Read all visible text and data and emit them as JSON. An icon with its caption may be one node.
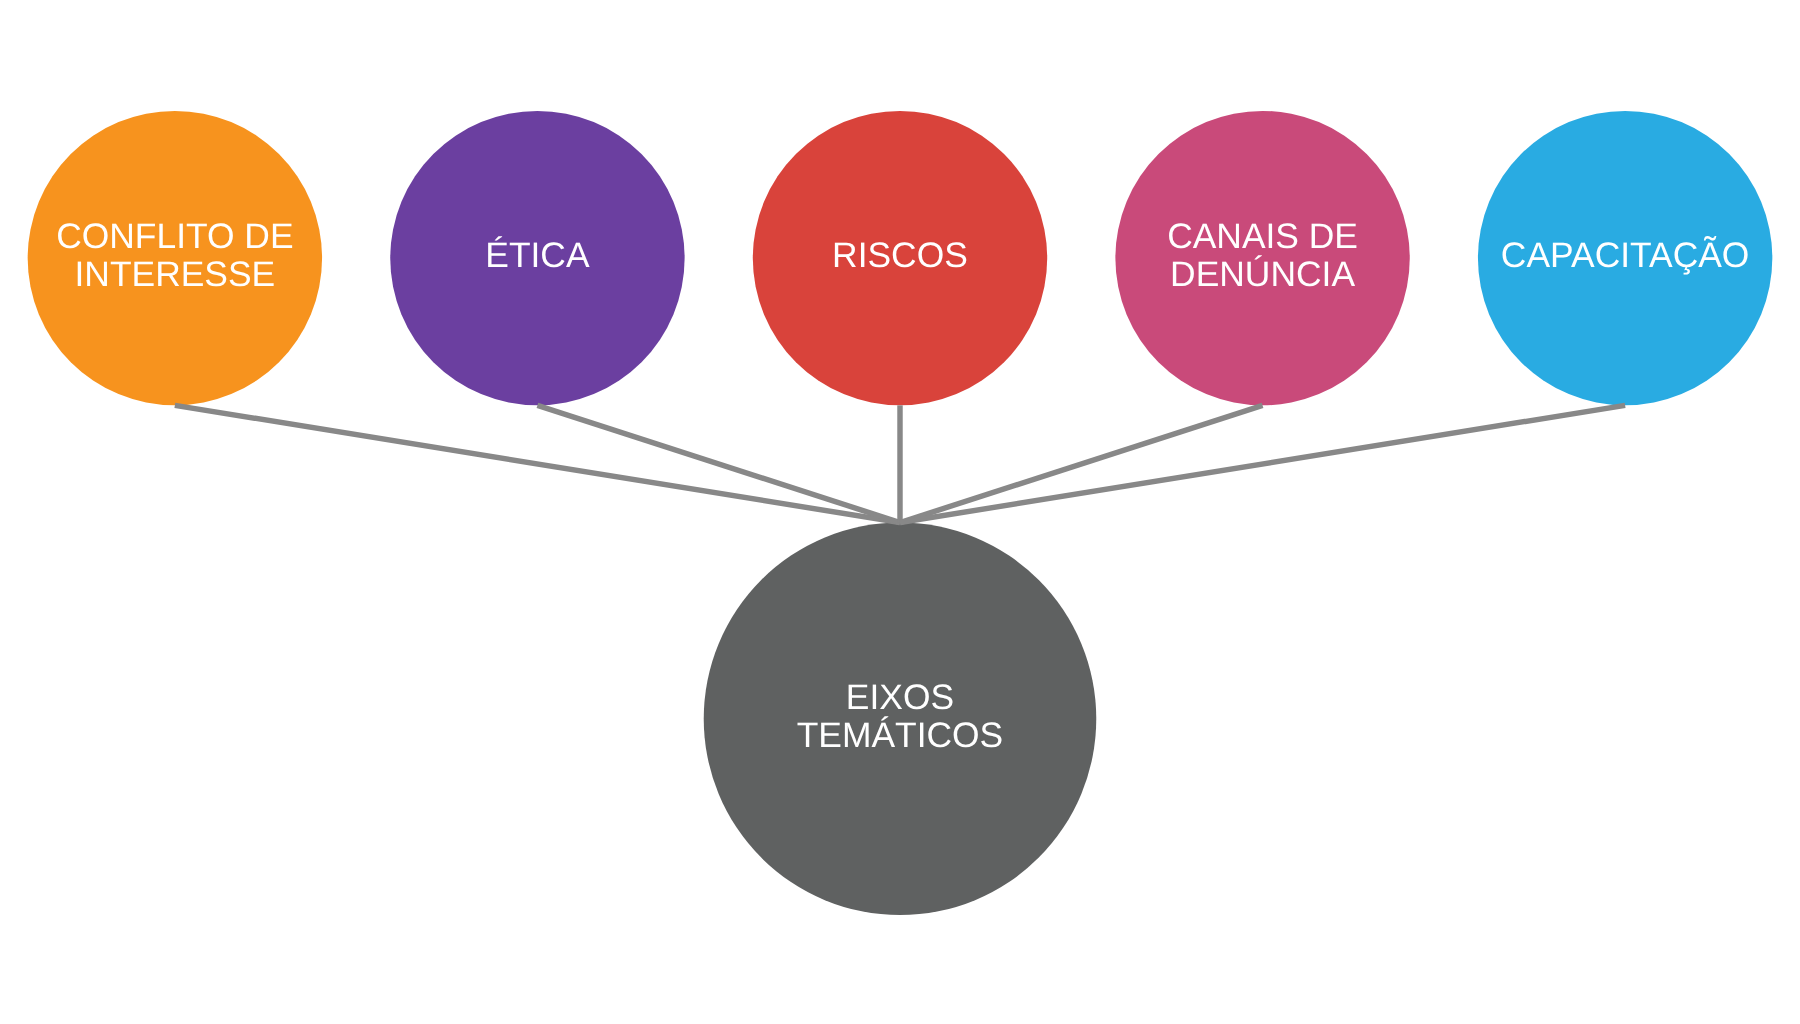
{
  "diagram": {
    "nodes": [
      {
        "text": [
          "CONFLITO DE INTERESSE"
        ]
      },
      {
        "text": [
          "ÉTICA"
        ]
      },
      {
        "text": [
          "RISCOS"
        ]
      },
      {
        "text": [
          "CANAIS DE DENÚNCIA"
        ]
      },
      {
        "text": [
          "CAPACITAÇÃO"
        ]
      },
      {
        "text": [
          "EIXOS TEMÁTICOS"
        ]
      }
    ],
    "edges": [
      {
        "from": 0,
        "to": 5,
        "arrow": "none"
      },
      {
        "from": 1,
        "to": 5,
        "arrow": "none"
      },
      {
        "from": 2,
        "to": 5,
        "arrow": "none"
      },
      {
        "from": 3,
        "to": 5,
        "arrow": "none"
      },
      {
        "from": 4,
        "to": 5,
        "arrow": "none"
      }
    ]
  }
}
